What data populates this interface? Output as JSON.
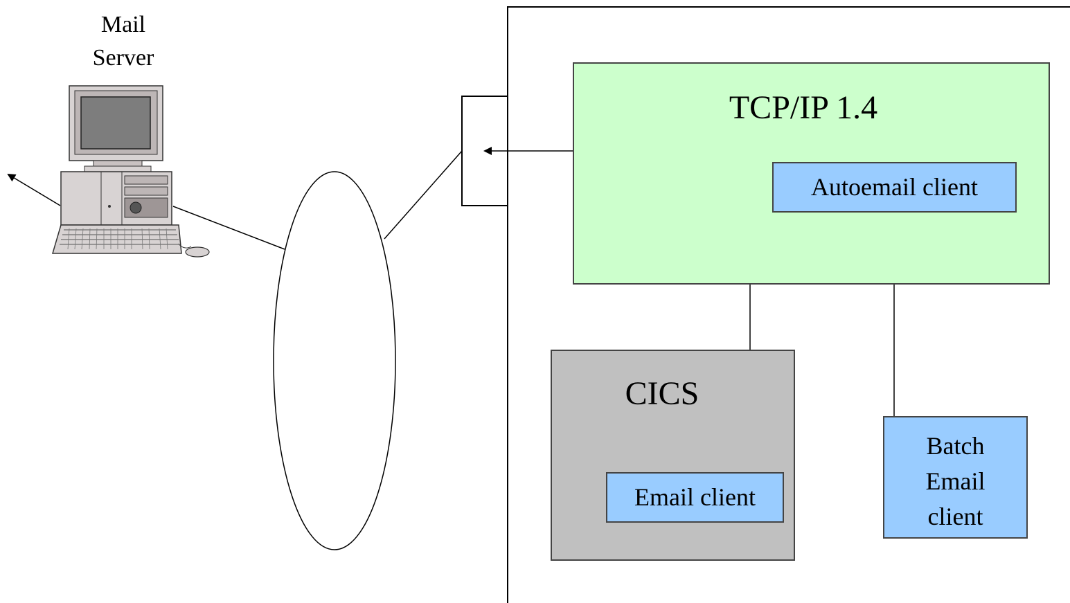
{
  "mail_server": {
    "label_line1": "Mail",
    "label_line2": "Server",
    "icon": "desktop-computer-icon"
  },
  "tcpip": {
    "label": "TCP/IP 1.4",
    "fill": "#ccffcc"
  },
  "autoemail": {
    "label": "Autoemail client",
    "fill": "#99ccff"
  },
  "cics": {
    "label": "CICS",
    "fill": "#c0c0c0"
  },
  "email_client": {
    "label": "Email client",
    "fill": "#99ccff"
  },
  "batch": {
    "line1": "Batch",
    "line2": "Email",
    "line3": "client",
    "fill": "#99ccff"
  }
}
